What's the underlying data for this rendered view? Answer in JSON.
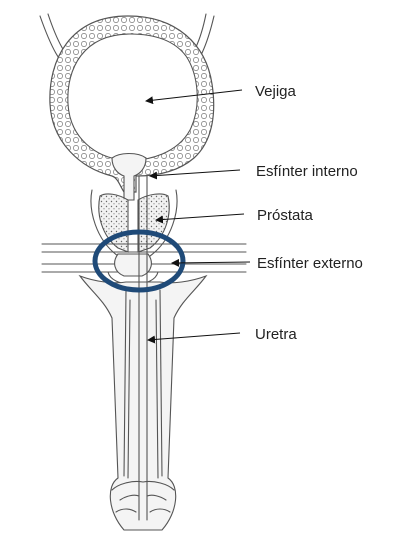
{
  "diagram": {
    "labels": {
      "bladder": "Vejiga",
      "internal_sphincter": "Esfínter interno",
      "prostate": "Próstata",
      "external_sphincter": "Esfínter externo",
      "urethra": "Uretra"
    },
    "colors": {
      "outline": "#555555",
      "ring": "#1f4a78",
      "text": "#222222",
      "arrow": "#111111"
    }
  }
}
